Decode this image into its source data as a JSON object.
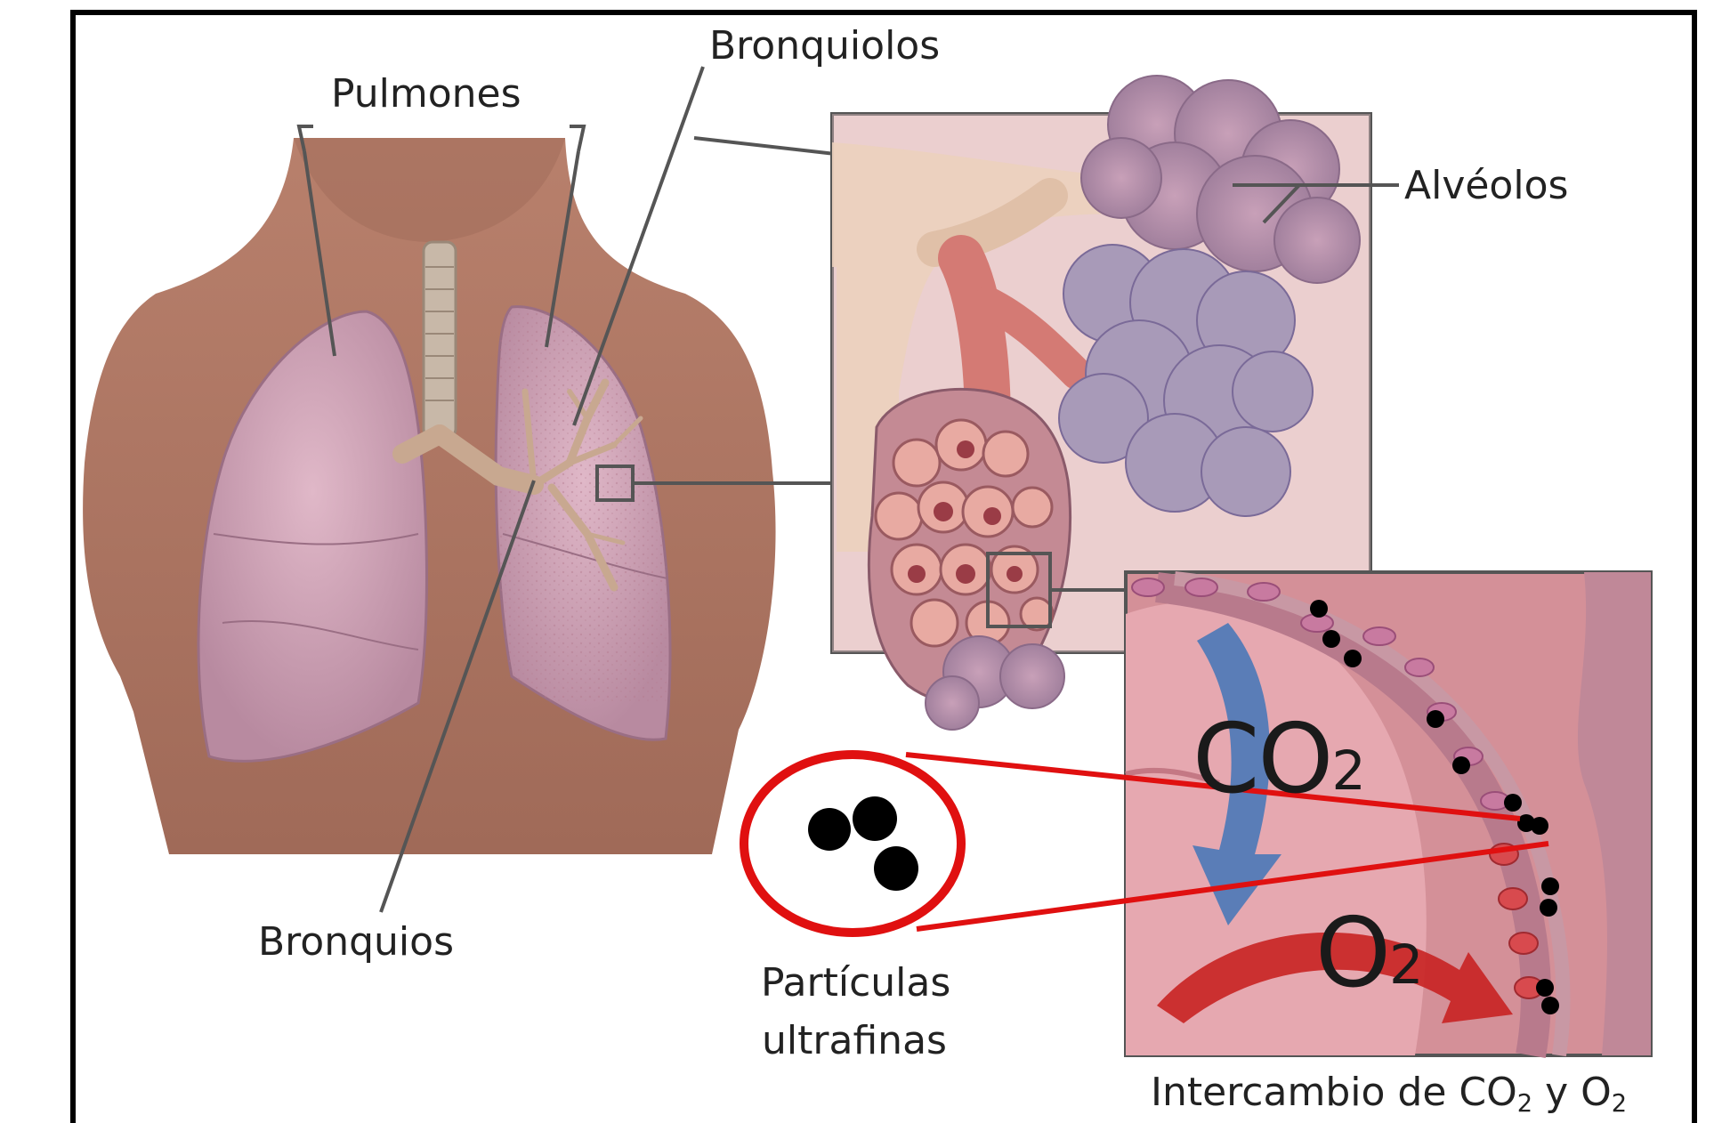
{
  "labels": {
    "pulmones": "Pulmones",
    "bronquiolos": "Bronquiolos",
    "alveolos": "Alvéolos",
    "bronquios": "Bronquios",
    "particulas_line1": "Partículas",
    "particulas_line2": "ultrafinas",
    "intercambio_prefix": "Intercambio de CO",
    "intercambio_middle": " y O",
    "subscript_two": "2",
    "co2_base": "CO",
    "o2_base": "O"
  },
  "colors": {
    "frame": "#000000",
    "skin": "#b07868",
    "lung": "#c99aae",
    "alveoli": "#b68aa3",
    "blood_vessel": "#d46a6a",
    "highlight_circle": "#e01010",
    "co2_arrow": "#4a78b8",
    "o2_arrow": "#c82222",
    "particle": "#000000"
  }
}
